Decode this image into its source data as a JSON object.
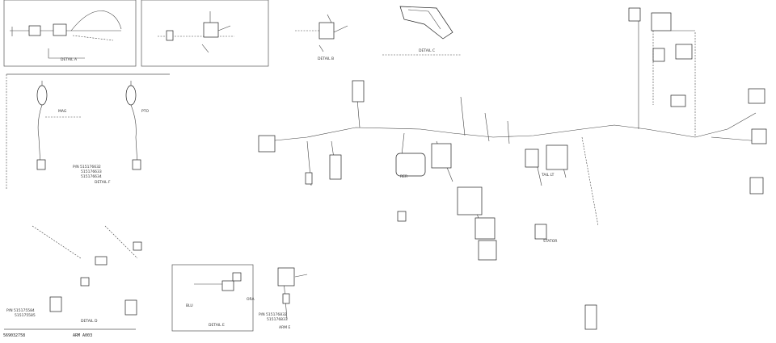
{
  "diagram": {
    "title": "ARM A003",
    "part_number": "569032758",
    "detail_labels": [
      "DETAIL A",
      "DETAIL B",
      "DETAIL C",
      "DETAIL D",
      "DETAIL E",
      "DETAIL F"
    ],
    "part_notes": [
      "P/N 515176632",
      "515176633",
      "515176634",
      "P/N 515175584",
      "515175585",
      "P/N 515176832",
      "515176833"
    ],
    "callouts": [
      "MAG",
      "PTO",
      "BLU",
      "ORA",
      "STATOR",
      "RER",
      "TAIL LT"
    ],
    "left_sub_label": "ARM E"
  }
}
